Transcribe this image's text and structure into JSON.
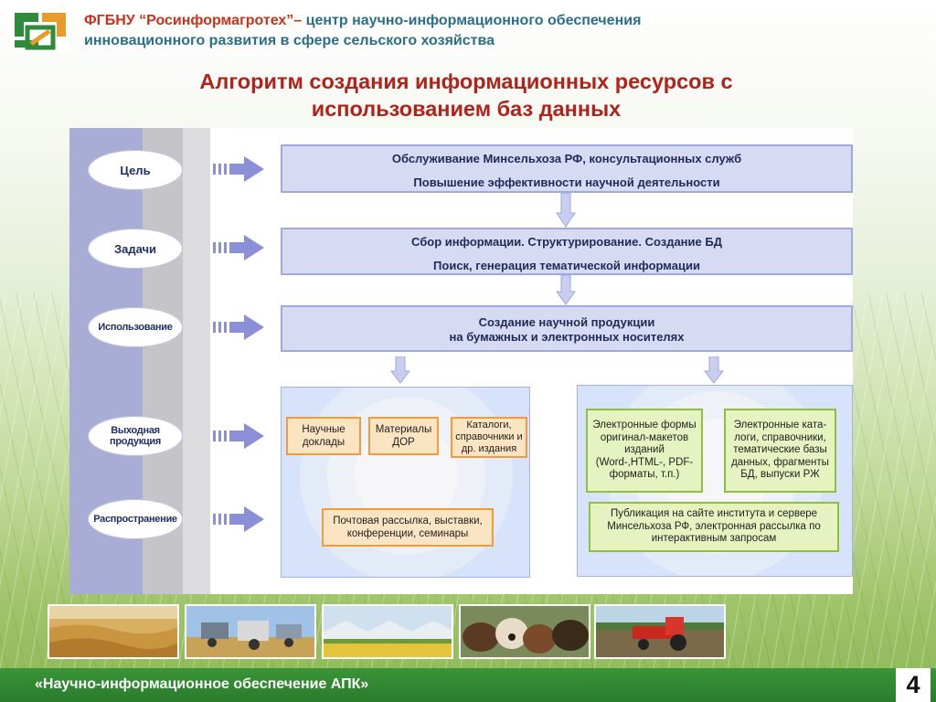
{
  "header": {
    "org": "ФГБНУ “Росинформагротех”–",
    "line1_rest": " центр научно-информационного обеспечения",
    "line2": "инновационного развития в сфере сельского хозяйства"
  },
  "title": {
    "line1": "Алгоритм создания информационных ресурсов с",
    "line2": "использованием баз данных"
  },
  "stages": [
    {
      "label": "Цель"
    },
    {
      "label": "Задачи"
    },
    {
      "label": "Использование"
    },
    {
      "label": "Выходная продукция"
    },
    {
      "label": "Распространение"
    }
  ],
  "boxes": {
    "goal": {
      "line1": "Обслуживание Минсельхоза РФ,  консультационных служб",
      "line2": "Повышение эффективности научной деятельности"
    },
    "tasks": {
      "line1": "Сбор информации. Структурирование. Создание БД",
      "line2": "Поиск, генерация тематической информации"
    },
    "usage": {
      "line1": "Создание научной продукции",
      "line2": "на бумажных и электронных носителях"
    }
  },
  "print_outputs": [
    {
      "label": "Научные доклады"
    },
    {
      "label": "Материалы ДОР"
    },
    {
      "label": "Каталоги, справочники и др. издания"
    }
  ],
  "print_distribution": "Почтовая рассылка, выставки, конференции, семинары",
  "electronic_outputs": [
    {
      "label": "Электронные формы оригинал-макетов изданий (Word-,HTML-, PDF-форматы, т.п.)"
    },
    {
      "label": "Электронные ката-логи, справочники, тематические базы данных, фрагменты БД, выпуски РЖ"
    }
  ],
  "electronic_distribution": "Публикация на сайте института и сервере Минсельхоза РФ, электронная рассылка по интерактивным запросам",
  "footer": {
    "text": "«Научно-информационное обеспечение АПК»",
    "page": "4"
  },
  "colors": {
    "title": "#b2221a",
    "header": "#2b6f8a",
    "box_fill": "#d6daf3",
    "box_border": "#9da9e0",
    "orange_border": "#f19a3e",
    "green_border": "#8fbf3c",
    "footer": "#2a7c2c"
  }
}
